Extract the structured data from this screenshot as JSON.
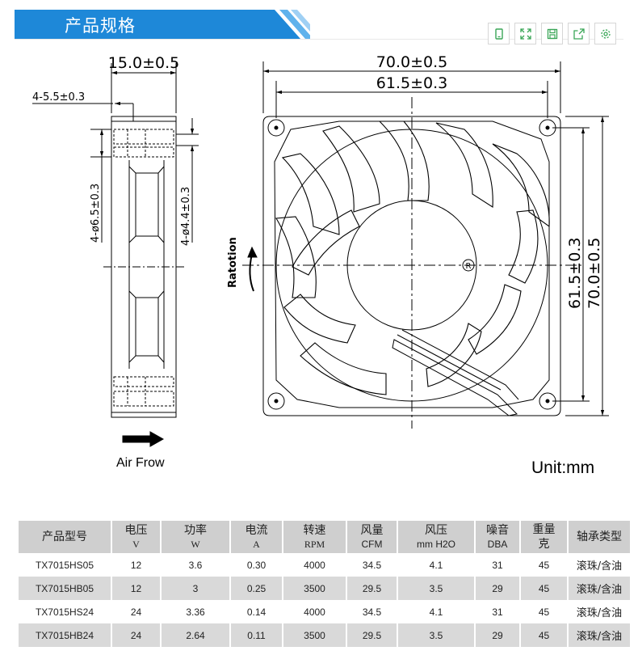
{
  "header": {
    "title": "产品规格",
    "accent": "#1e88d8"
  },
  "toolbar": [
    {
      "icon": "mobile-icon"
    },
    {
      "icon": "expand-icon"
    },
    {
      "icon": "save-icon"
    },
    {
      "icon": "share-icon"
    },
    {
      "icon": "settings-icon"
    }
  ],
  "drawing": {
    "dim_thickness": "15.0±0.5",
    "dim_slot": "4-5.5±0.3",
    "dim_hole_left": "4-ø6.5±0.3",
    "dim_hole_right": "4-ø4.4±0.3",
    "dim_width_outer": "70.0±0.5",
    "dim_width_inner": "61.5±0.3",
    "dim_height_inner": "61.5±0.3",
    "dim_height_outer": "70.0±0.5",
    "rotation_label": "Ratotion",
    "airflow_label": "Air Frow",
    "unit_label": "Unit:mm",
    "registered_mark": "R"
  },
  "table": {
    "headers": [
      {
        "l1": "产品型号",
        "l2": ""
      },
      {
        "l1": "电压",
        "l2": "V"
      },
      {
        "l1": "功率",
        "l2": "W"
      },
      {
        "l1": "电流",
        "l2": "A"
      },
      {
        "l1": "转速",
        "l2": "RPM"
      },
      {
        "l1": "风量",
        "l2": "CFM"
      },
      {
        "l1": "风压",
        "l2": "mm H2O"
      },
      {
        "l1": "噪音",
        "l2": "DBA"
      },
      {
        "l1": "重量",
        "l2": "克"
      },
      {
        "l1": "轴承类型",
        "l2": ""
      }
    ],
    "rows": [
      [
        "TX7015HS05",
        "12",
        "3.6",
        "0.30",
        "4000",
        "34.5",
        "4.1",
        "31",
        "45",
        "滚珠/含油"
      ],
      [
        "TX7015HB05",
        "12",
        "3",
        "0.25",
        "3500",
        "29.5",
        "3.5",
        "29",
        "45",
        "滚珠/含油"
      ],
      [
        "TX7015HS24",
        "24",
        "3.36",
        "0.14",
        "4000",
        "34.5",
        "4.1",
        "31",
        "45",
        "滚珠/含油"
      ],
      [
        "TX7015HB24",
        "24",
        "2.64",
        "0.11",
        "3500",
        "29.5",
        "3.5",
        "29",
        "45",
        "滚珠/含油"
      ]
    ]
  }
}
